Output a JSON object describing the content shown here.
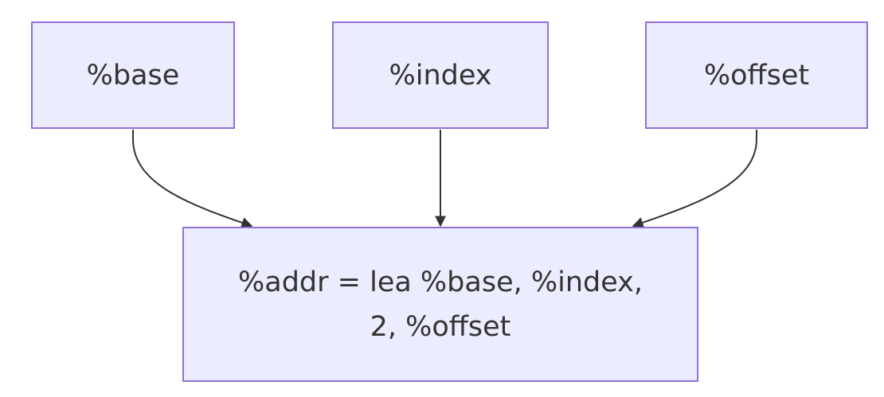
{
  "nodes": {
    "base": "%base",
    "index": "%index",
    "offset": "%offset",
    "addr_line1": "%addr = lea %base, %index,",
    "addr_line2": "2, %offset"
  },
  "colors": {
    "node_fill": "#ECECFF",
    "node_border": "#9370DB",
    "edge": "#333333",
    "text": "#333333"
  }
}
